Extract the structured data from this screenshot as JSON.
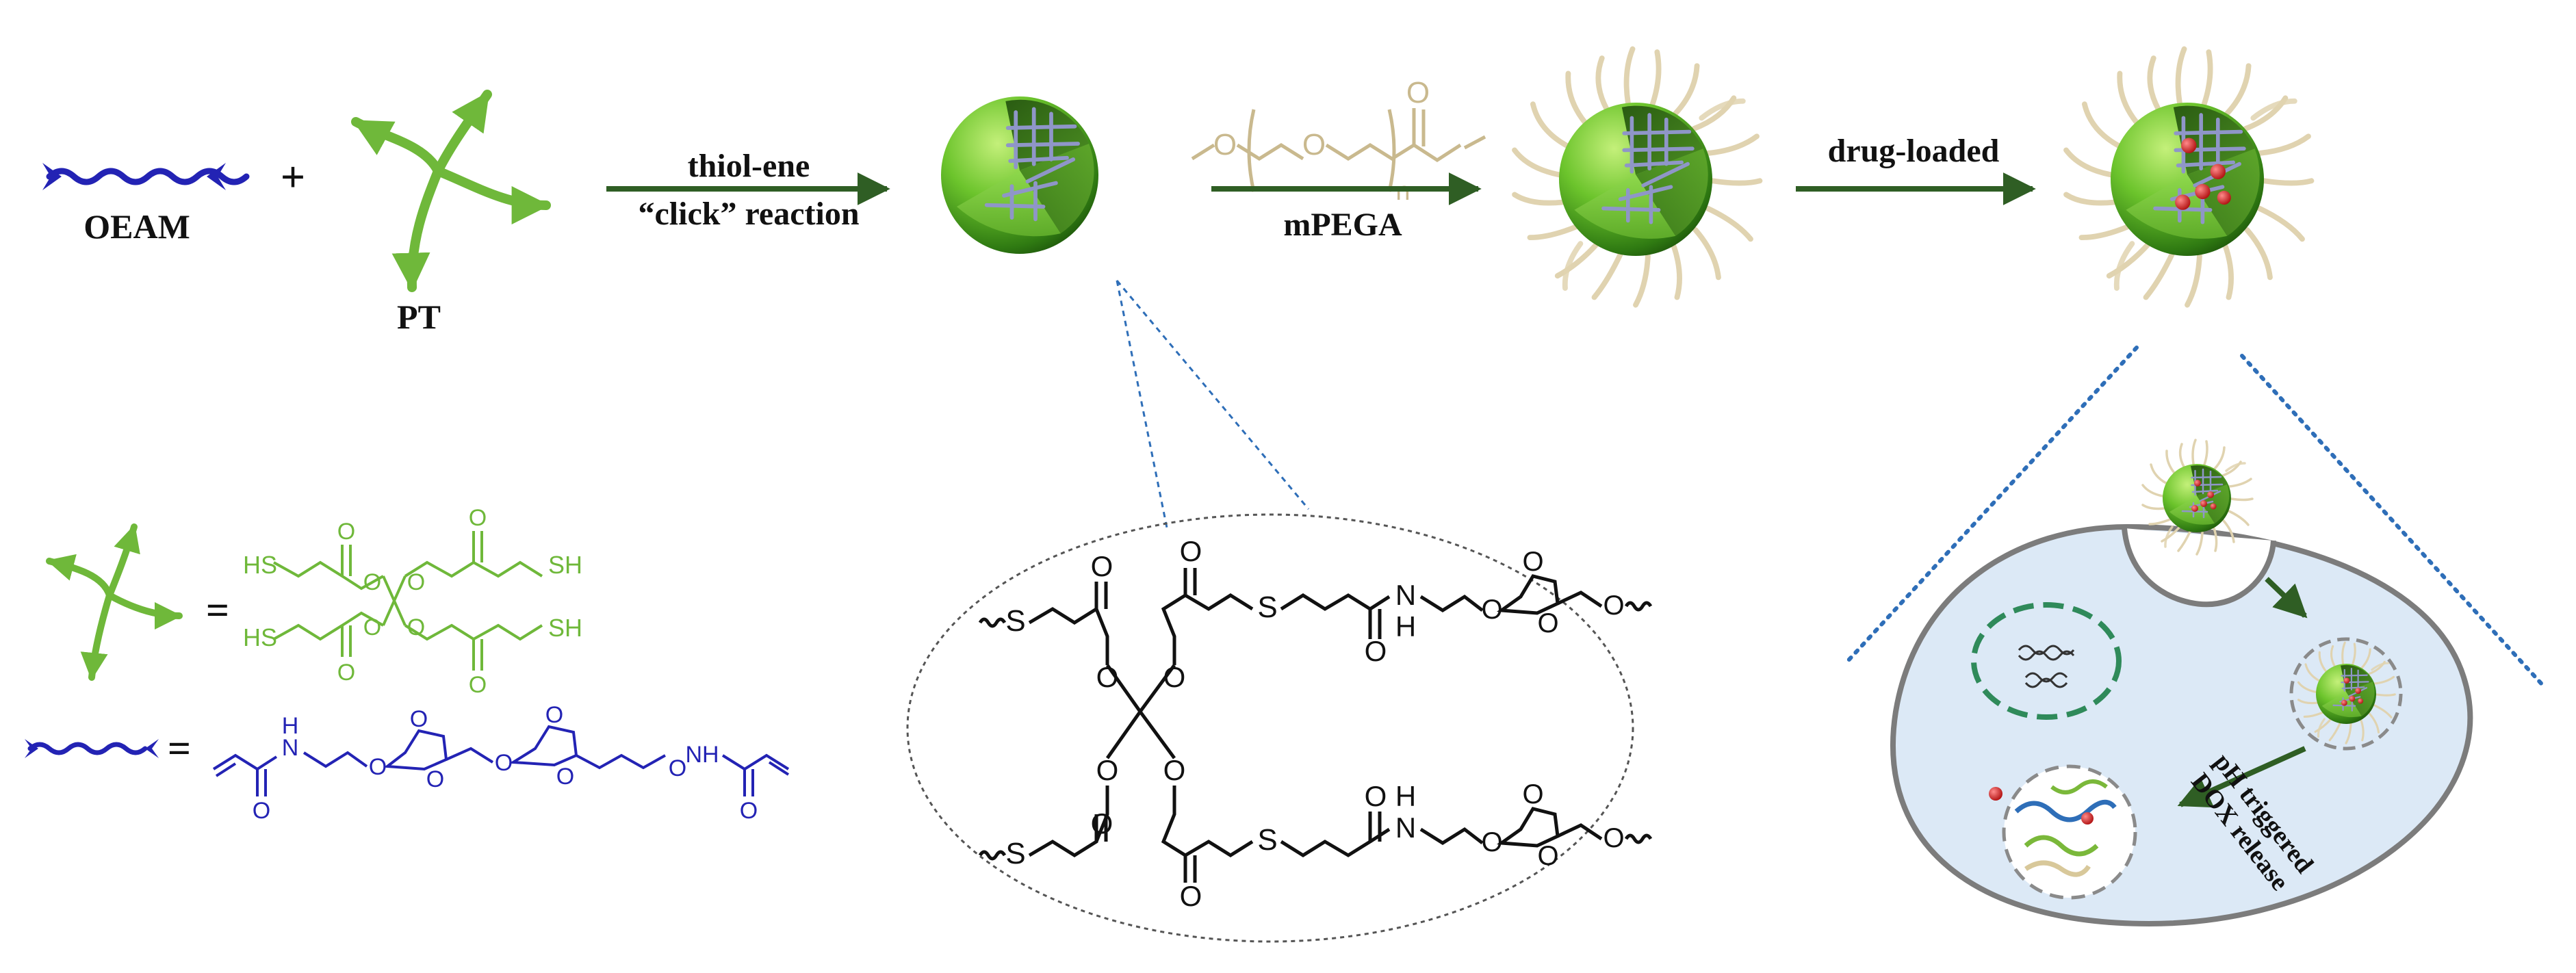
{
  "labels": {
    "oeam": "OEAM",
    "plus": "+",
    "pt": "PT",
    "step1_line1": "thiol-ene",
    "step1_line2": "“click” reaction",
    "step2": "mPEGA",
    "step3": "drug-loaded",
    "release_line1": "pH triggered",
    "release_line2": "DOX release"
  },
  "mpega_structure": {
    "o1": "O",
    "o2": "O",
    "o3": "O",
    "n": "n"
  },
  "pt_structure": {
    "equals": "=",
    "sh1": "HS",
    "sh2": "SH",
    "sh3": "HS",
    "sh4": "SH",
    "o": "O"
  },
  "oeam_structure": {
    "equals": "=",
    "o": "O",
    "nh": "NH",
    "n": "N",
    "h": "H"
  },
  "crosslink_structure": {
    "s": "S",
    "o": "O",
    "n": "N",
    "h": "H"
  },
  "colors": {
    "sphere_green": "#6cc42c",
    "pt_green": "#6fb83a",
    "oeam_blue": "#2323b4",
    "arrow_green": "#2f5e24",
    "peg_tan": "#e0d3b0",
    "cell_fill": "#dce9f6",
    "dotted_blue": "#2e6eb8",
    "drug_red": "#d42020"
  }
}
